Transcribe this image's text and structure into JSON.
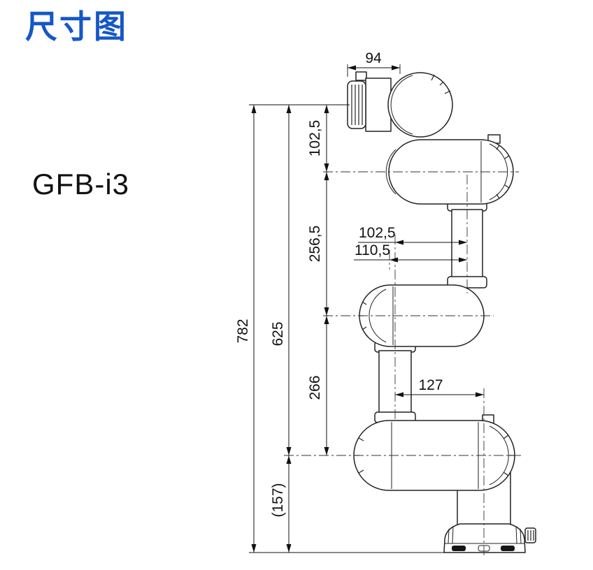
{
  "page": {
    "title": "尺寸图",
    "model": "GFB-i3"
  },
  "colors": {
    "title_blue": "#1457c8",
    "line": "#222222"
  },
  "dims": {
    "flange_width": "94",
    "flange_to_wrist2_axis": "102,5",
    "wrist2_to_elbow_axis": "256,5",
    "elbow_to_shoulder_axis": "266",
    "flange_to_shoulder_axis": "625",
    "total_height": "782",
    "base_height": "(157)",
    "upperarm_axis_offset": "102,5",
    "wrist_axis_offset": "110,5",
    "forearm_base_offset": "127"
  }
}
